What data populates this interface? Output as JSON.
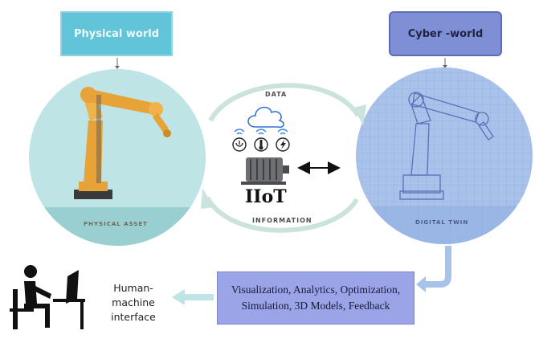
{
  "physical_world": {
    "label": "Physical world"
  },
  "cyber_world": {
    "label": "Cyber -world"
  },
  "cycle": {
    "data_label": "DATA",
    "information_label": "INFORMATION",
    "center_label": "IIoT"
  },
  "physical_asset": {
    "label": "PHYSICAL ASSET"
  },
  "digital_twin": {
    "label": "DIGITAL TWIN"
  },
  "features": {
    "line1": "Visualization, Analytics, Optimization,",
    "line2": "Simulation, 3D Models, Feedback"
  },
  "hmi": {
    "line1": "Human-",
    "line2": "machine",
    "line3": "interface"
  },
  "icons": [
    "cloud-icon",
    "power-icon",
    "thermometer-icon",
    "lightning-icon",
    "motor-icon",
    "person-at-computer-icon",
    "robot-arm-icon"
  ],
  "colors": {
    "physical_box": "#62c4d8",
    "cyber_box": "#7f8fd6",
    "physical_circle": "#bfe4e6",
    "digital_circle": "#a9c2ea",
    "robot_orange": "#e8a338",
    "feature_box": "#9aa4e6"
  }
}
